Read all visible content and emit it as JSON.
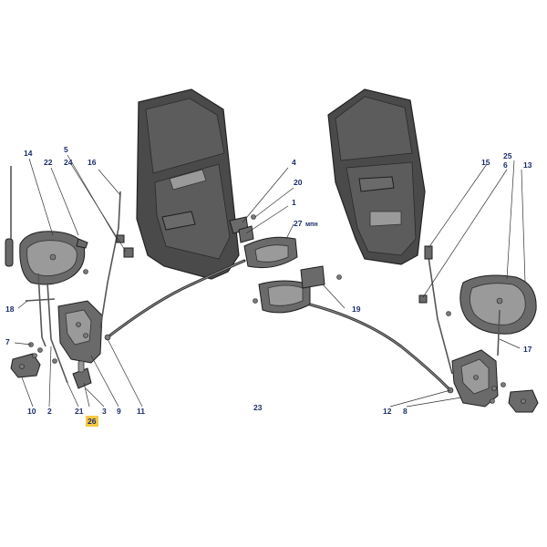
{
  "callouts": {
    "c1": "1",
    "c2": "2",
    "c3": "3",
    "c4": "4",
    "c5": "5",
    "c6": "6",
    "c7": "7",
    "c8": "8",
    "c9": "9",
    "c10": "10",
    "c11": "11",
    "c12": "12",
    "c13": "13",
    "c14": "14",
    "c15": "15",
    "c16": "16",
    "c17": "17",
    "c18": "18",
    "c19": "19",
    "c20": "20",
    "c21": "21",
    "c22": "22",
    "c23": "23",
    "c24": "24",
    "c25": "25",
    "c26": "26",
    "c27": "27",
    "c27_note": "мпн"
  },
  "highlight_callout": "26",
  "colors": {
    "callout_text": "#1a2c6b",
    "highlight_fill": "#f5c842",
    "part_dark": "#4a4a4a"
  }
}
